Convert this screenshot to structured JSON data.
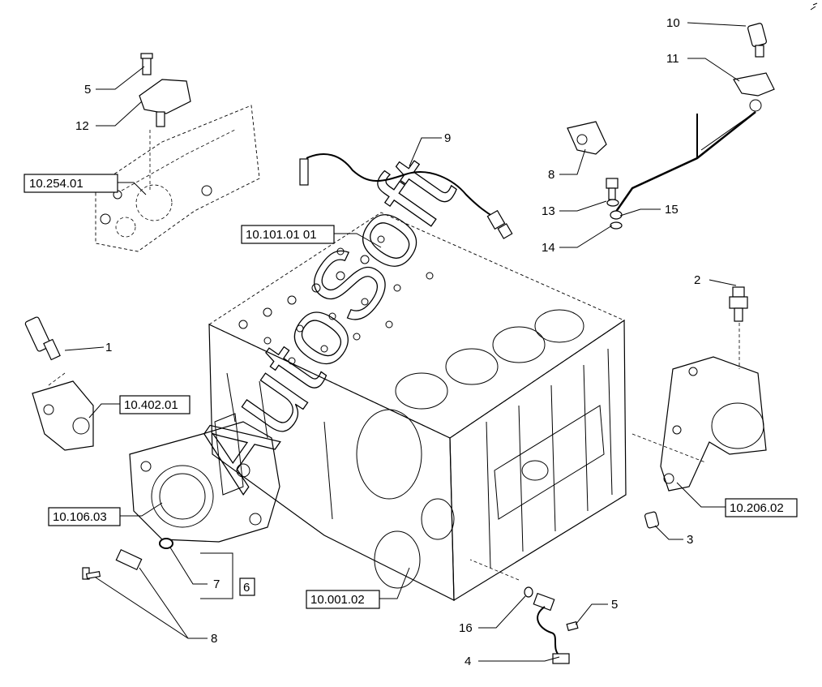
{
  "callouts": {
    "c1": "1",
    "c2": "2",
    "c3": "3",
    "c4": "4",
    "c5a": "5",
    "c5b": "5",
    "c6": "6",
    "c7": "7",
    "c8a": "8",
    "c8b": "8",
    "c9": "9",
    "c10": "10",
    "c11": "11",
    "c12": "12",
    "c13": "13",
    "c14": "14",
    "c15": "15",
    "c16": "16"
  },
  "references": {
    "r_10_254_01": "10.254.01",
    "r_10_101_01_01": "10.101.01 01",
    "r_10_402_01": "10.402.01",
    "r_10_106_03": "10.106.03",
    "r_10_206_02": "10.206.02",
    "r_10_001_02": "10.001.02"
  },
  "watermark": {
    "text": "AutoSoft"
  },
  "colors": {
    "line": "#000000",
    "background": "#ffffff"
  },
  "icons": {
    "engine_block": "engine-block-icon",
    "sensor": "sensor-icon",
    "bolt": "bolt-icon",
    "seal_ring": "seal-ring-icon"
  }
}
